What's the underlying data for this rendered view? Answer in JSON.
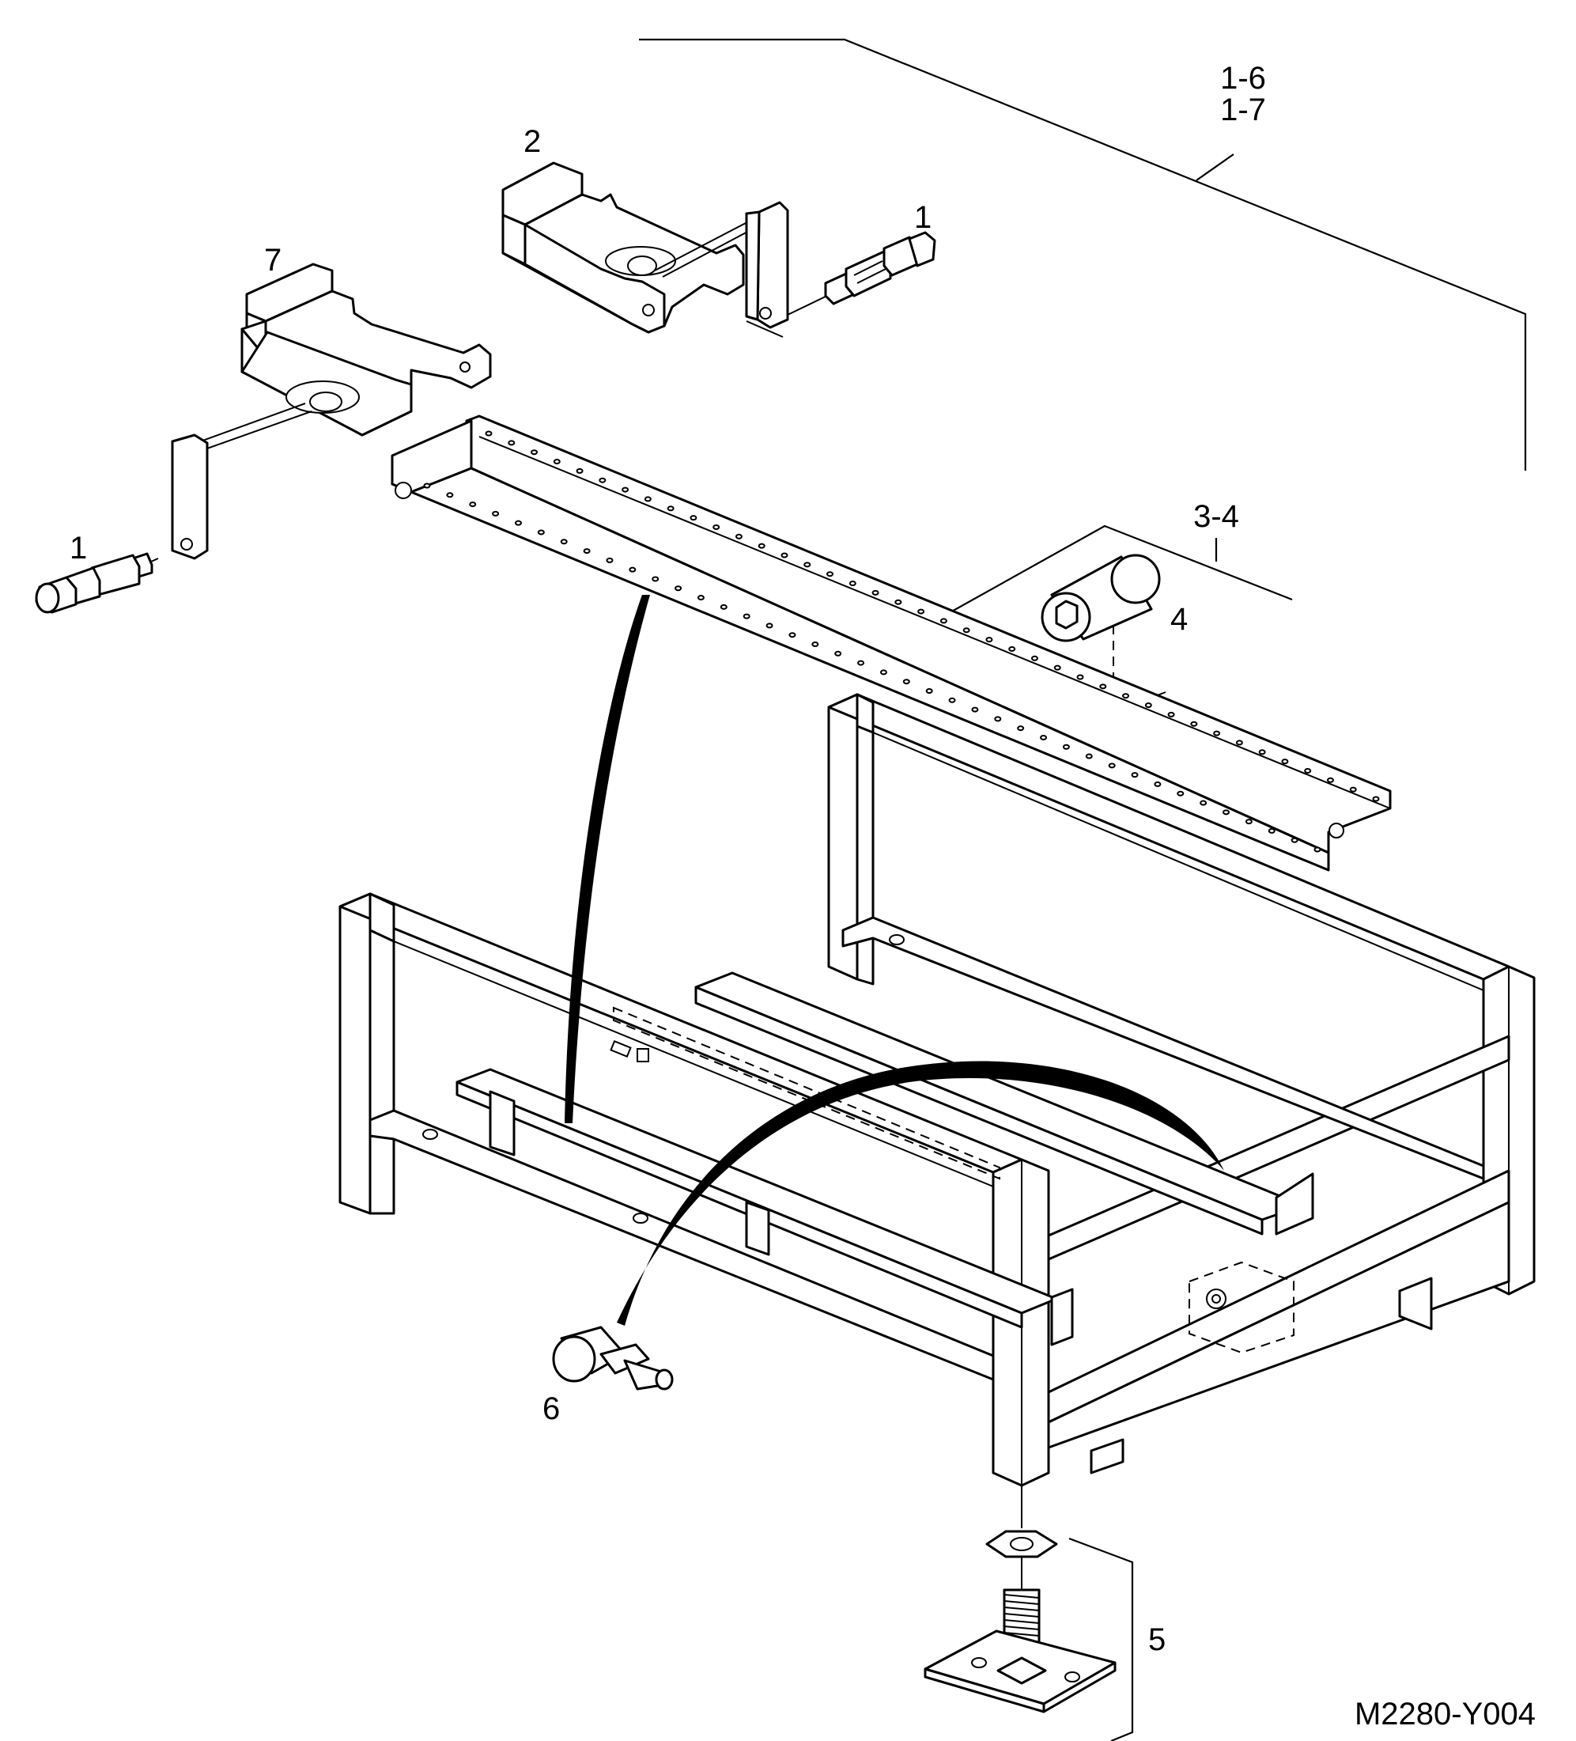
{
  "drawing": {
    "code": "M2280-Y004"
  },
  "callouts": {
    "c1_6": "1-6",
    "c1_7": "1-7",
    "c2": "2",
    "c1_upper": "1",
    "c7": "7",
    "c1_lower": "1",
    "c3_4": "3-4",
    "c4": "4",
    "c5": "5",
    "c6": "6"
  }
}
